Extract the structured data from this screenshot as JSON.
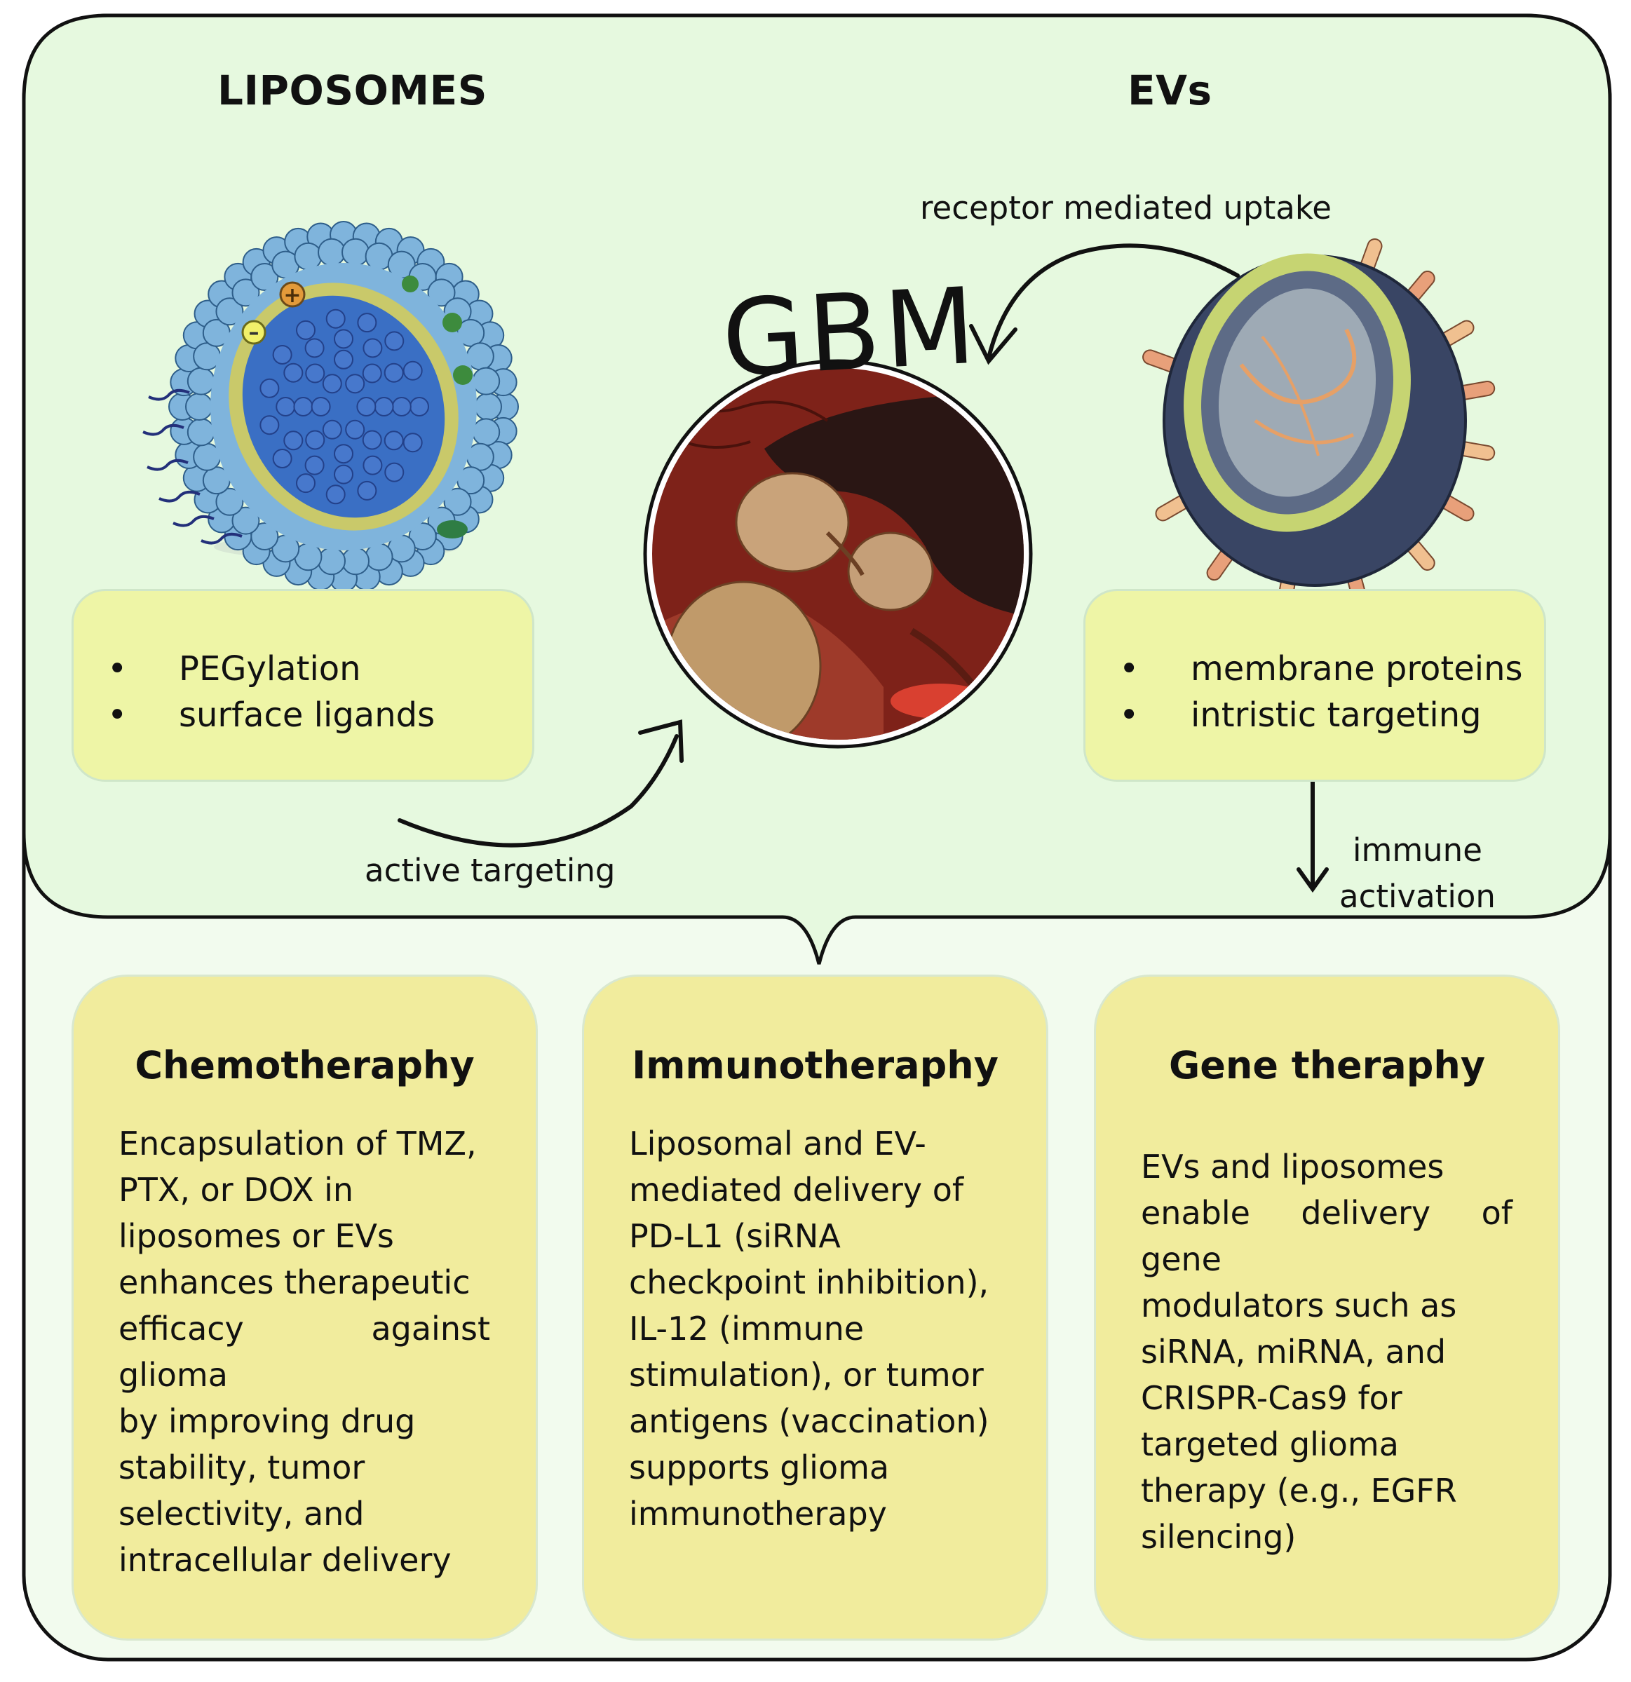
{
  "liposomes": {
    "heading": "LIPOSOMES",
    "features": [
      "PEGylation",
      "surface ligands"
    ],
    "charge_symbols": [
      "+",
      "–"
    ]
  },
  "evs": {
    "heading": "EVs",
    "features": [
      "membrane proteins",
      "intristic targeting"
    ]
  },
  "center": {
    "label": "GBM"
  },
  "arrows": {
    "receptor": "receptor mediated uptake",
    "active": "active targeting",
    "immune": [
      "immune",
      "activation"
    ]
  },
  "therapies": [
    {
      "title": "Chemotheraphy",
      "lines": [
        "Encapsulation of TMZ,",
        "PTX, or DOX in",
        "liposomes or EVs",
        "enhances therapeutic",
        "efficacy against glioma",
        "by improving drug",
        "stability, tumor",
        "selectivity, and",
        "intracellular delivery"
      ]
    },
    {
      "title": "Immunotheraphy",
      "lines": [
        "Liposomal and EV-",
        "mediated delivery of",
        "PD-L1 (siRNA",
        "checkpoint inhibition),",
        "IL-12 (immune",
        "stimulation), or tumor",
        "antigens (vaccination)",
        "supports glioma",
        "immunotherapy"
      ]
    },
    {
      "title": "Gene theraphy",
      "lines": [
        "EVs and liposomes",
        "enable delivery of gene",
        "modulators such as",
        "siRNA, miRNA, and",
        "CRISPR-Cas9 for",
        "targeted glioma",
        "therapy (e.g., EGFR",
        "silencing)"
      ]
    }
  ],
  "colors": {
    "top_panel": "#e6f9df",
    "bottom_panel": "#f2fbee",
    "feature_box": "#eef5a6",
    "therapy_card": "#f1ec9d",
    "liposome_blue": "#7fb4dc",
    "liposome_core": "#3a6fc4",
    "ev_dark": "#3b4766",
    "tumor_red": "#8a2a22"
  }
}
